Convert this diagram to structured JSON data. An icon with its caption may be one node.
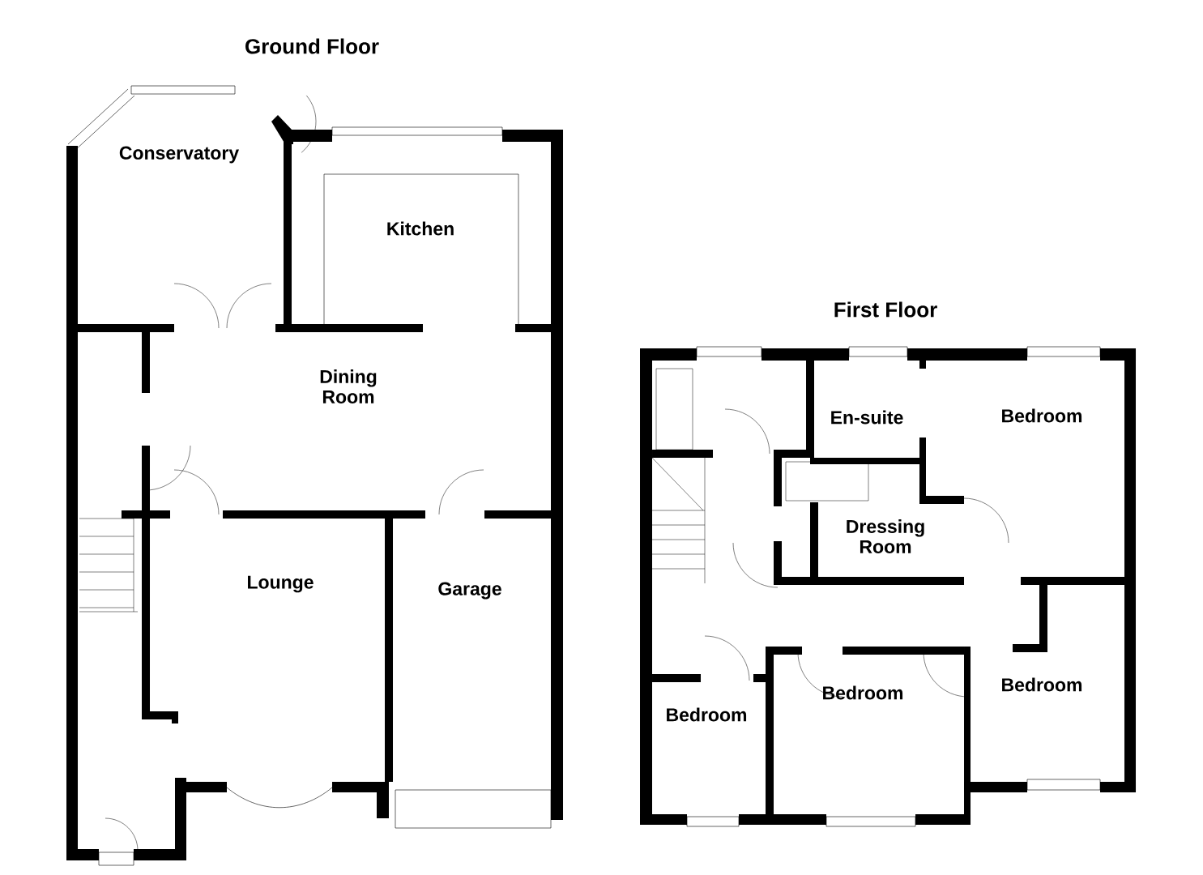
{
  "diagram": {
    "labels": [
      "Ground Floor",
      "Conservatory",
      "Kitchen",
      "First Floor",
      "Dining Room",
      "En-suite",
      "Bedroom",
      "Dressing Room",
      "Lounge",
      "Garage",
      "Bedroom",
      "Bedroom",
      "Bedroom"
    ]
  }
}
